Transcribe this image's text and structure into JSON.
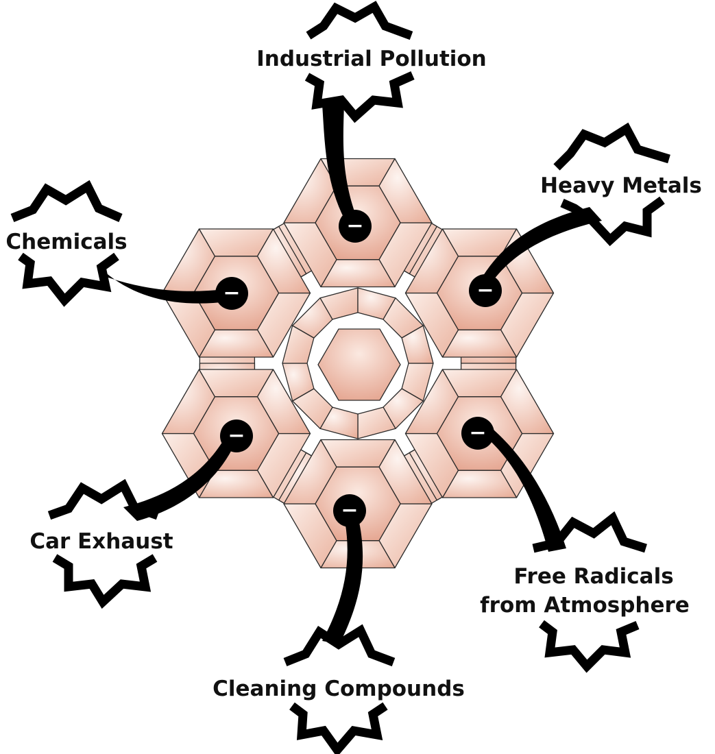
{
  "diagram": {
    "colors": {
      "cell_light": "#fbefea",
      "cell_dark": "#e6a690",
      "outline": "#2a2a2a",
      "ink": "#000000",
      "charge_text": "#ffffff"
    },
    "charge_symbol": "−",
    "labels": {
      "industrial_pollution": "Industrial Pollution",
      "heavy_metals": "Heavy Metals",
      "chemicals": "Chemicals",
      "car_exhaust": "Car Exhaust",
      "free_radicals_line1": "Free Radicals",
      "free_radicals_line2": "from Atmosphere",
      "cleaning_compounds": "Cleaning Compounds"
    }
  }
}
